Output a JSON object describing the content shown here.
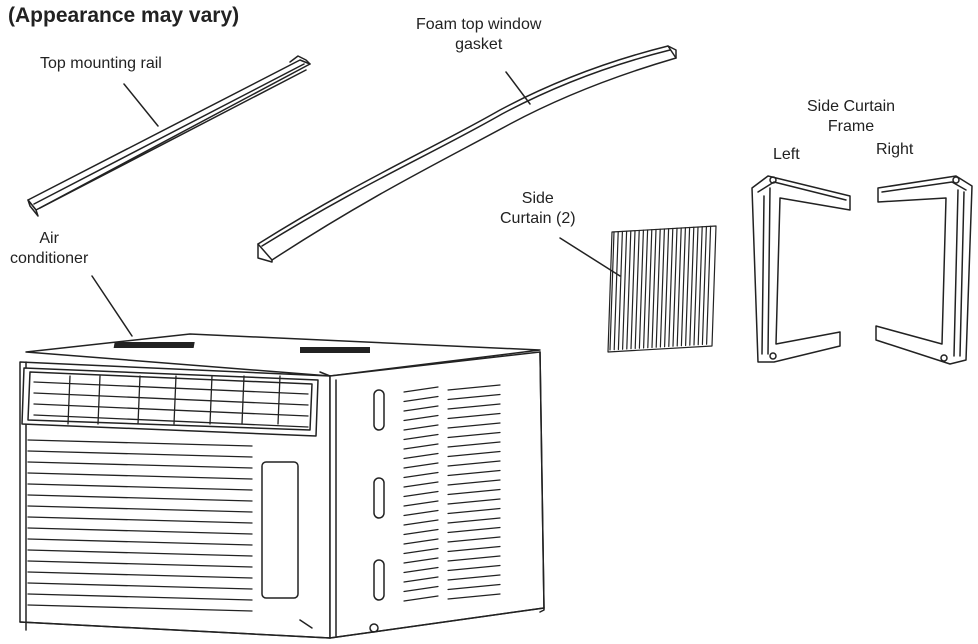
{
  "title": "(Appearance may vary)",
  "labels": {
    "top_rail": "Top mounting rail",
    "foam_line1": "Foam top window",
    "foam_line2": "gasket",
    "side_curtain_line1": "Side",
    "side_curtain_line2": "Curtain (2)",
    "frame_line1": "Side Curtain",
    "frame_line2": "Frame",
    "left": "Left",
    "right": "Right",
    "ac_line1": "Air",
    "ac_line2": "conditioner"
  },
  "colors": {
    "stroke": "#222222",
    "background": "#ffffff"
  }
}
